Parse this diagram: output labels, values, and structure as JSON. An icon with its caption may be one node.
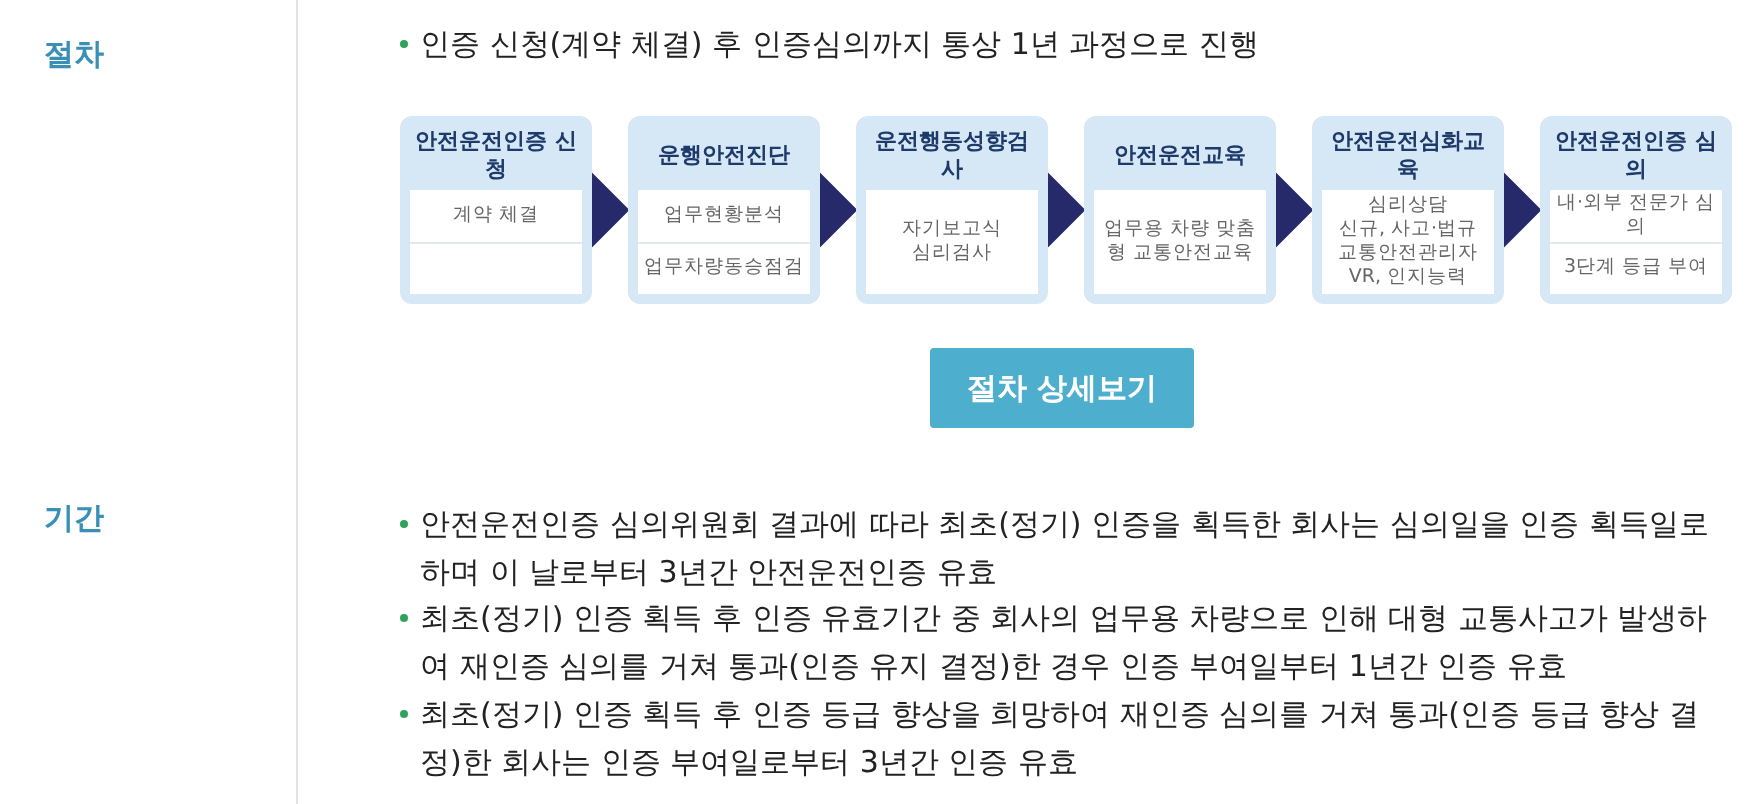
{
  "diagram": {
    "nodes": [
      {
        "text": [
          "안전운전인증 신청",
          "계약 체결"
        ]
      },
      {
        "text": [
          "운행안전진단",
          "업무현황분석",
          "업무차량동승점검"
        ]
      },
      {
        "text": [
          "운전행동성향검사",
          "자기보고식",
          "심리검사"
        ]
      },
      {
        "text": [
          "안전운전교육",
          "업무용 차량 맞춤형 교통안전교육"
        ]
      },
      {
        "text": [
          "안전운전심화교육",
          "심리상담",
          "신규, 사고·법규",
          "교통안전관리자",
          "VR, 인지능력"
        ]
      },
      {
        "text": [
          "안전운전인증 심의",
          "내·외부 전문가 심의",
          "3단계 등급 부여"
        ]
      }
    ],
    "edges": [
      {
        "from": 0,
        "to": 1,
        "arrow": "to"
      },
      {
        "from": 1,
        "to": 2,
        "arrow": "to"
      },
      {
        "from": 2,
        "to": 3,
        "arrow": "to"
      },
      {
        "from": 3,
        "to": 4,
        "arrow": "to"
      },
      {
        "from": 4,
        "to": 5,
        "arrow": "to"
      }
    ],
    "labels": [
      "절차",
      "인증 신청(계약 체결) 후 인증심의까지 통상 1년 과정으로 진행",
      "절차 상세보기",
      "기간",
      "안전운전인증 심의위원회 결과에 따라 최초(정기) 인증을 획득한 회사는 심의일을 인증 획득일로 하며 이 날로부터 3년간 안전운전인증 유효",
      "최초(정기) 인증 획득 후 인증 유효기간 중 회사의 업무용 차량으로 인해 대형 교통사고가 발생하여 재인증 심의를 거쳐 통과(인증 유지 결정)한 경우 인증 부여일부터 1년간 인증 유효",
      "최초(정기) 인증 획득 후 인증 등급 향상을 희망하여 재인증 심의를 거쳐 통과(인증 등급 향상 결정)한 회사는 인증 부여일로부터 3년간 인증 유효"
    ]
  }
}
